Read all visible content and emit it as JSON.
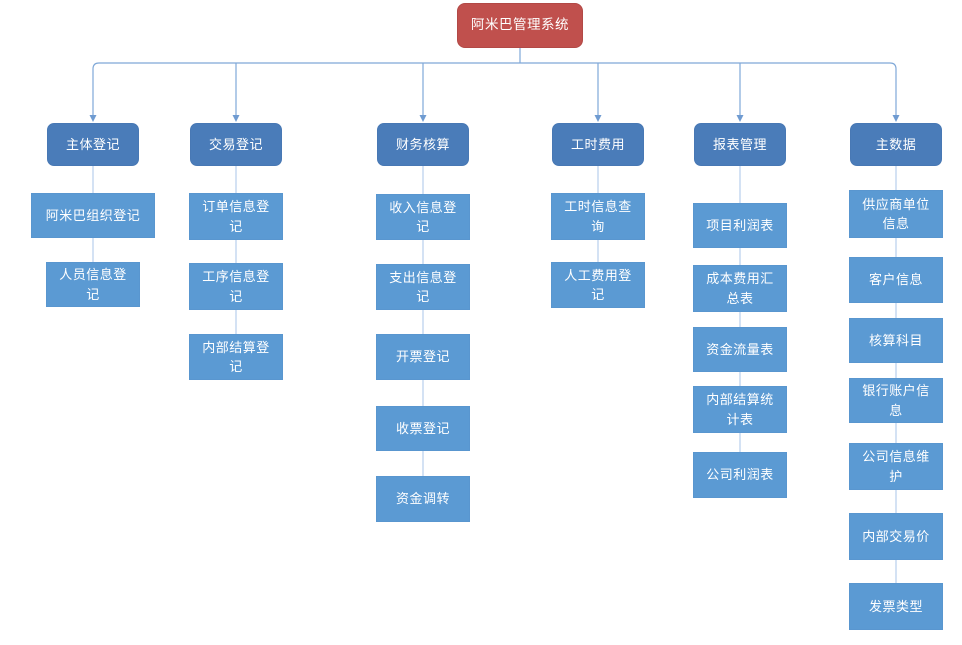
{
  "page": {
    "title": "阿米巴管理系统"
  },
  "diagram": {
    "type": "org-chart",
    "root": {
      "label": "阿米巴管理系统"
    },
    "columns": [
      {
        "title": "主体登记",
        "children": [
          "阿米巴组织登记",
          "人员信息登记"
        ]
      },
      {
        "title": "交易登记",
        "children": [
          "订单信息登记",
          "工序信息登记",
          "内部结算登记"
        ]
      },
      {
        "title": "财务核算",
        "children": [
          "收入信息登记",
          "支出信息登记",
          "开票登记",
          "收票登记",
          "资金调转"
        ]
      },
      {
        "title": "工时费用",
        "children": [
          "工时信息查询",
          "人工费用登记"
        ]
      },
      {
        "title": "报表管理",
        "children": [
          "项目利润表",
          "成本费用汇总表",
          "资金流量表",
          "内部结算统计表",
          "公司利润表"
        ]
      },
      {
        "title": "主数据",
        "children": [
          "供应商单位信息",
          "客户信息",
          "核算科目",
          "银行账户信息",
          "公司信息维护",
          "内部交易价",
          "发票类型"
        ]
      }
    ],
    "colors": {
      "root_fill": "#C0504D",
      "branch_header_fill": "#4A7CB9",
      "branch_item_fill": "#5B9AD3",
      "connector_main": "#7FA8D8",
      "connector_light": "#C5D9F0",
      "text": "#FFFFFF",
      "background": "#FFFFFF"
    }
  }
}
